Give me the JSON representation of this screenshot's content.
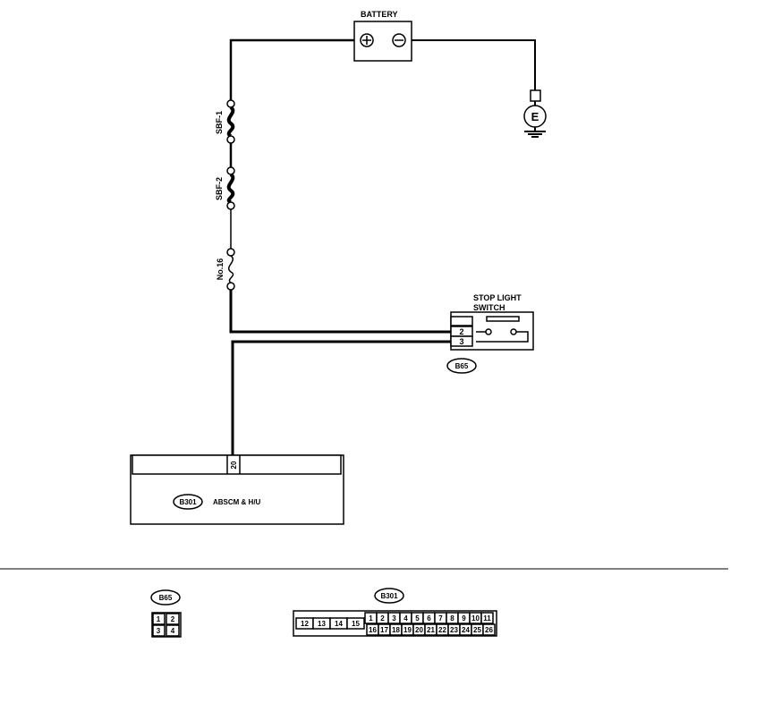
{
  "battery": {
    "label": "BATTERY",
    "plus": "+",
    "minus": "−"
  },
  "ground": {
    "label": "E"
  },
  "fuses": [
    {
      "label": "SBF-1"
    },
    {
      "label": "SBF-2"
    },
    {
      "label": "No.16"
    }
  ],
  "stop_light_switch": {
    "label_line1": "STOP LIGHT",
    "label_line2": "SWITCH",
    "pins": [
      "2",
      "3"
    ],
    "connector": "B65"
  },
  "abscm": {
    "label": "ABSCM & H/U",
    "connector": "B301",
    "pin": "20"
  },
  "connectors": {
    "b65": {
      "name": "B65",
      "pins": [
        "1",
        "2",
        "3",
        "4"
      ]
    },
    "b301": {
      "name": "B301",
      "left_pins": [
        "12",
        "13",
        "14",
        "15"
      ],
      "top_pins": [
        "1",
        "2",
        "3",
        "4",
        "5",
        "6",
        "7",
        "8",
        "9",
        "10",
        "11"
      ],
      "bottom_pins": [
        "16",
        "17",
        "18",
        "19",
        "20",
        "21",
        "22",
        "23",
        "24",
        "25",
        "26"
      ]
    }
  }
}
